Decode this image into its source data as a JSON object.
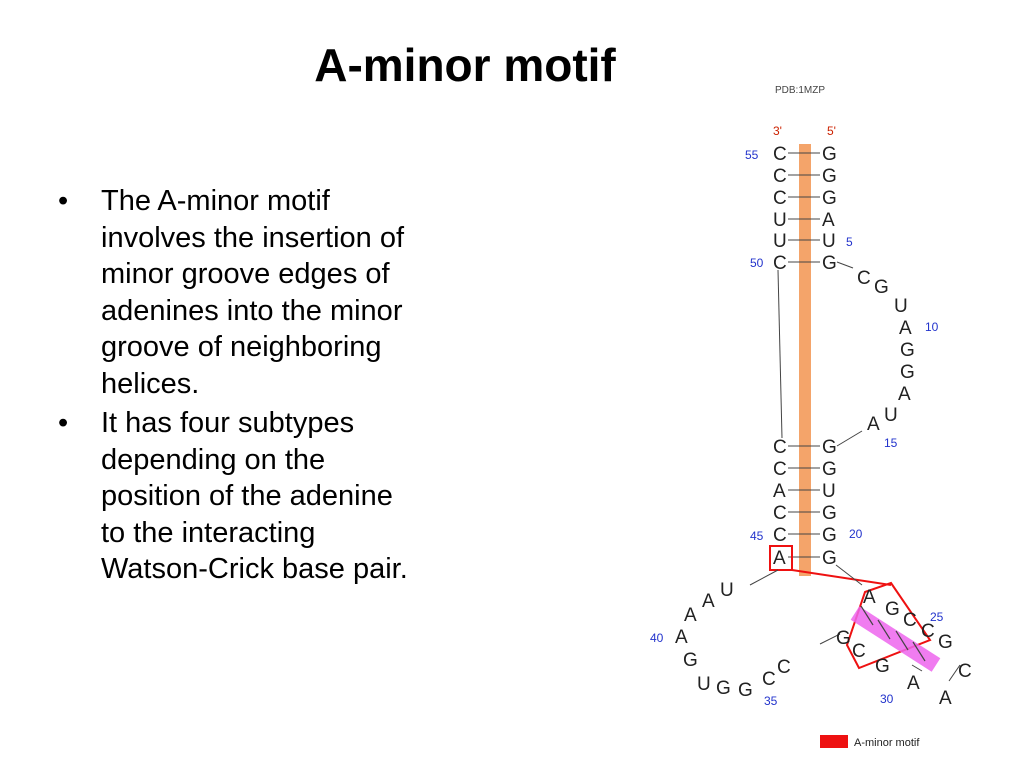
{
  "slide": {
    "title": "A-minor motif",
    "bullets": [
      "The A-minor motif involves the insertion of minor groove edges of adenines into the minor groove of neighboring helices.",
      "It has four subtypes depending on the position of the adenine to the interacting Watson-Crick base pair."
    ]
  },
  "figure": {
    "pdb_label": "PDB:1MZP",
    "end_3": "3'",
    "end_5": "5'",
    "legend_label": "A-minor motif",
    "legend_color": "#ee1111",
    "helix_color": "#f4a46a",
    "minor_helix_color": "#ee66ee",
    "nucleotides": {
      "left_strand": [
        "C",
        "C",
        "C",
        "U",
        "U",
        "C",
        "C",
        "C",
        "A",
        "C",
        "C",
        "A"
      ],
      "right_strand": [
        "G",
        "G",
        "G",
        "A",
        "U",
        "G",
        "G",
        "G",
        "U",
        "G",
        "G",
        "G"
      ],
      "loop_right": [
        "C",
        "G",
        "U",
        "A",
        "G",
        "G",
        "A",
        "A",
        "U"
      ],
      "junction": [
        "A",
        "G",
        "C",
        "C",
        "G",
        "C",
        "A",
        "A",
        "G",
        "G",
        "C",
        "C",
        "C",
        "G",
        "G",
        "U",
        "G",
        "A",
        "A",
        "U"
      ]
    },
    "numbers": [
      "55",
      "5",
      "50",
      "10",
      "15",
      "45",
      "20",
      "25",
      "40",
      "35",
      "30"
    ]
  }
}
